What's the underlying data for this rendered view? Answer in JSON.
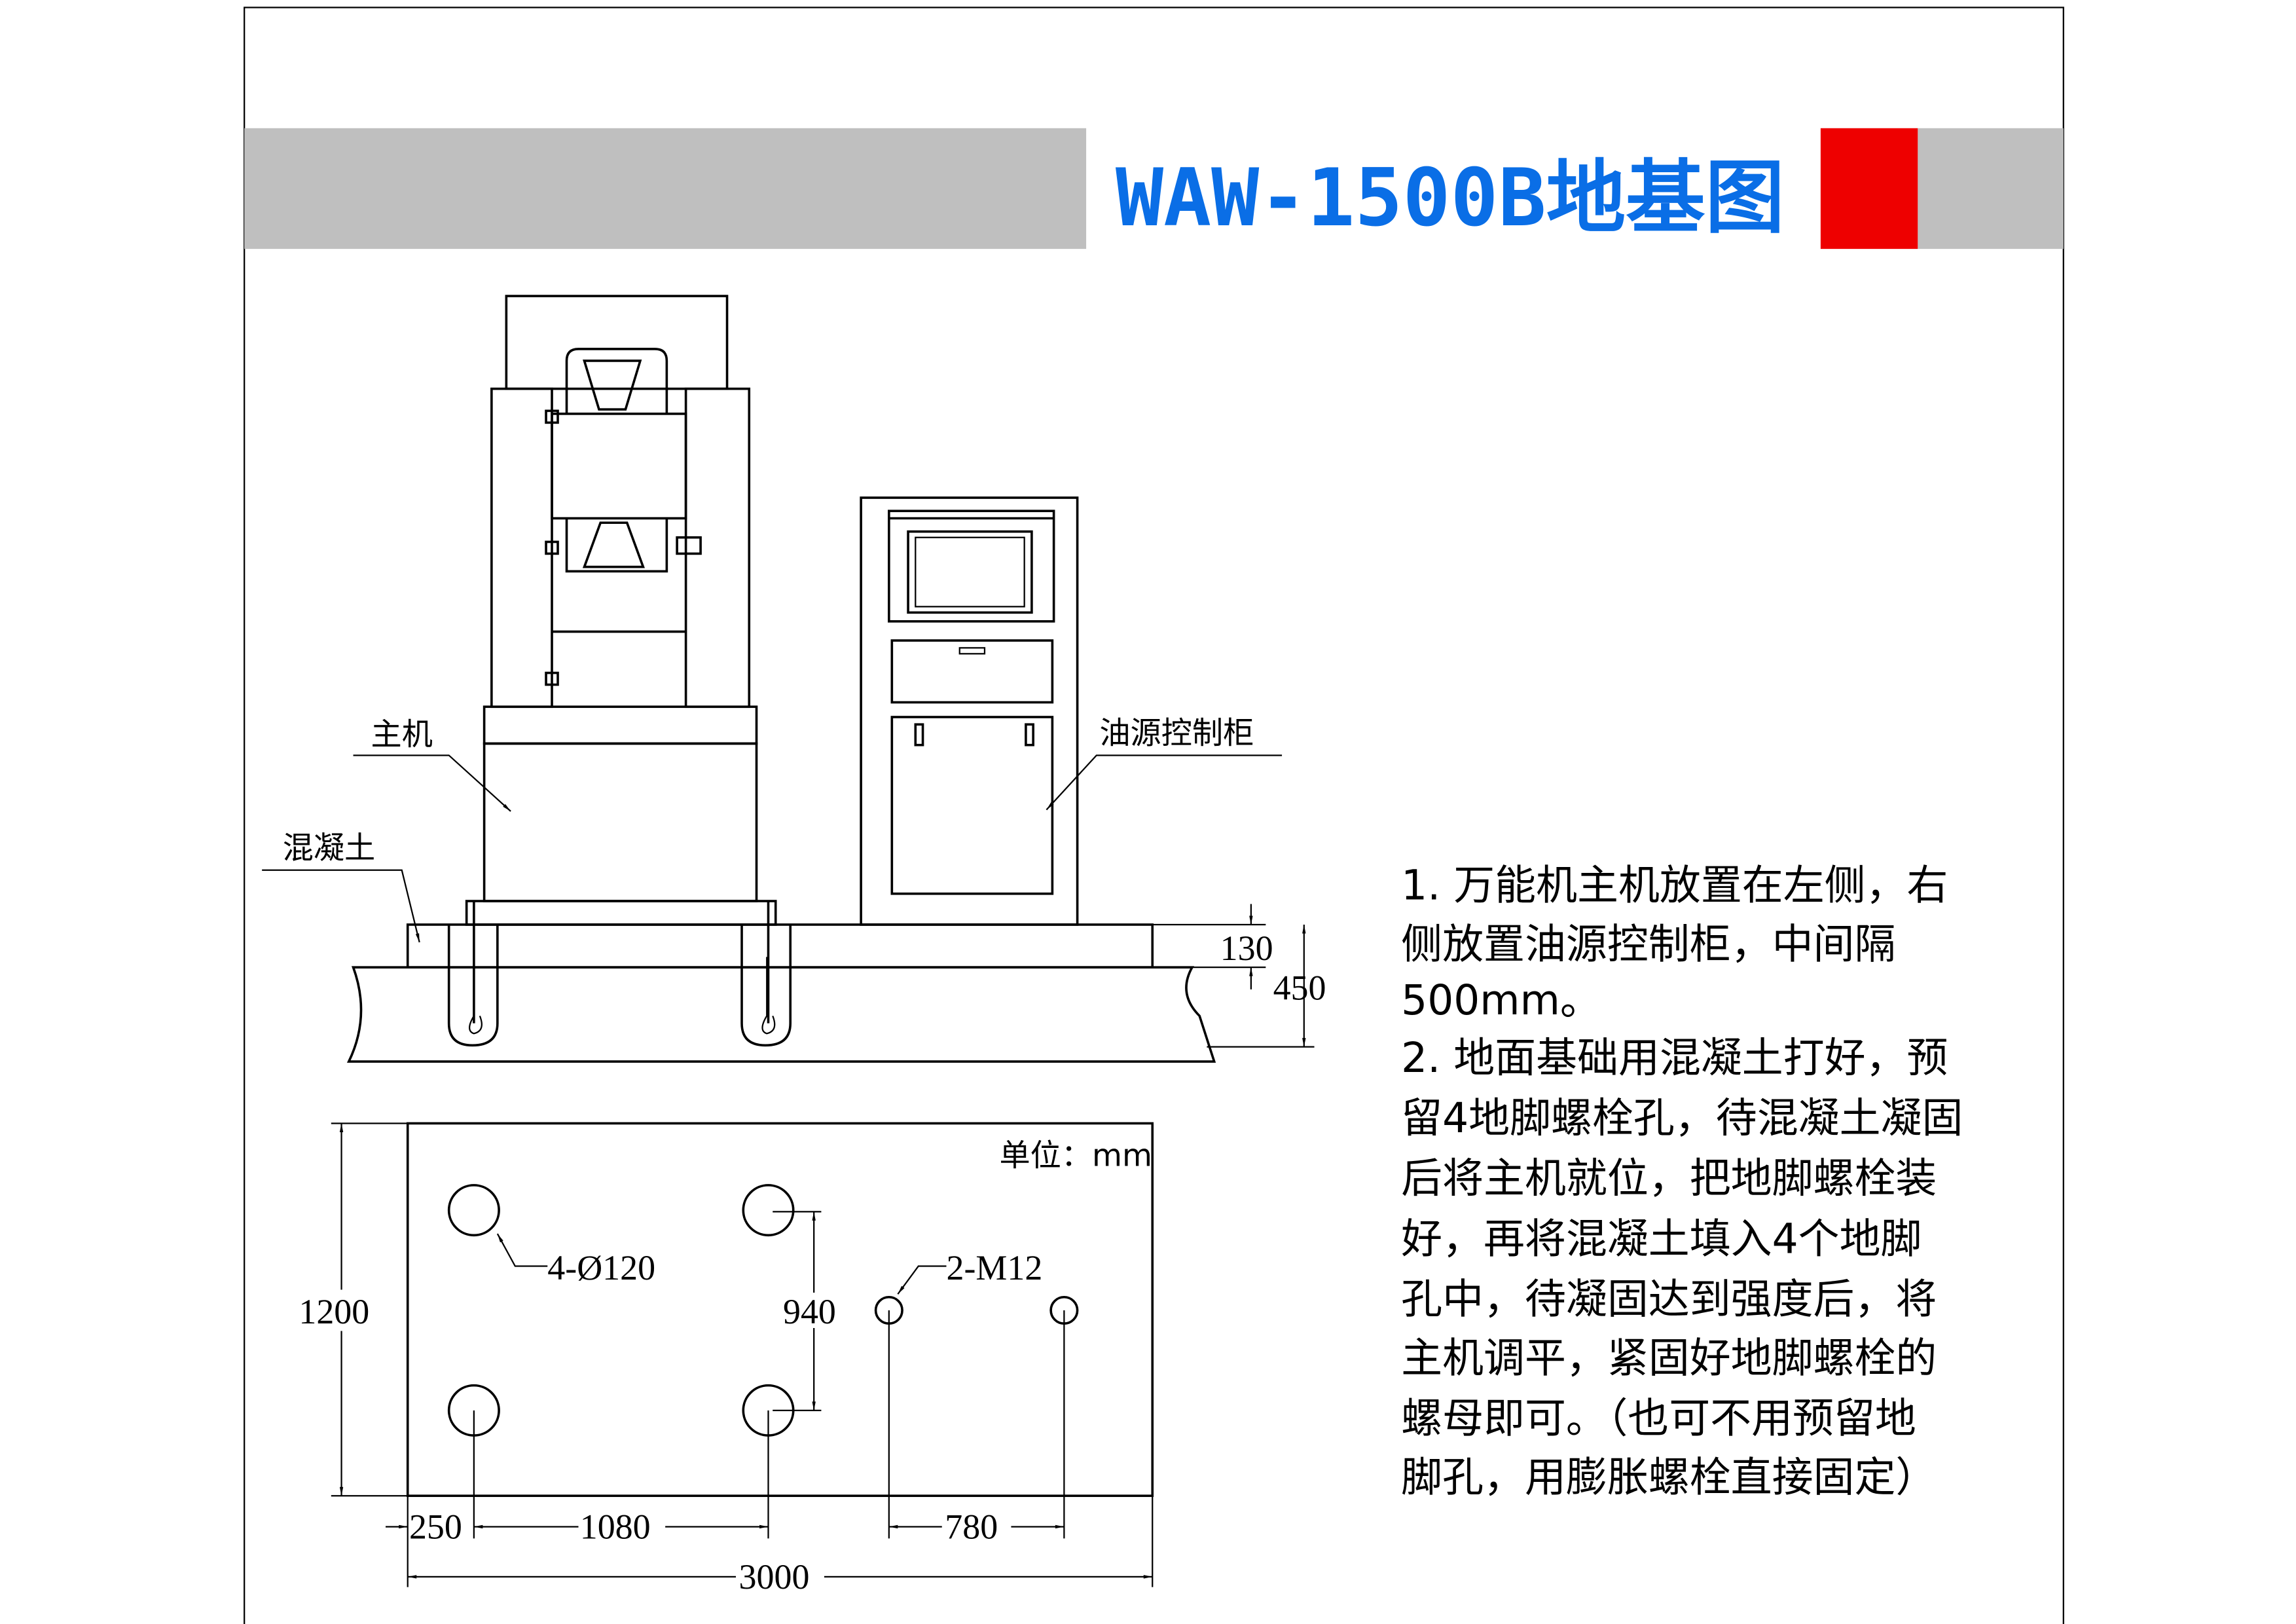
{
  "title": "WAW-1500B地基图",
  "colors": {
    "title": "#0a6ee6",
    "accent_block": "#ee0000",
    "band": "#bfbfbf"
  },
  "labels": {
    "main_machine": "主机",
    "oil_cabinet": "油源控制柜",
    "concrete": "混凝土",
    "unit": "单位：mm"
  },
  "elevation_dims": {
    "top_layer": "130",
    "total_depth": "450"
  },
  "plan_dims": {
    "holes": "4-Ø120",
    "bolts": "2-M12",
    "hole_spacing_y": "940",
    "width": "1200",
    "edge": "250",
    "hole_spacing_x": "1080",
    "bolt_spacing": "780",
    "length": "3000"
  },
  "notes": [
    "1. 万能机主机放置在左侧，右",
    "侧放置油源控制柜，中间隔",
    "500mm。",
    "2. 地面基础用混凝土打好，预",
    "留4地脚螺栓孔，待混凝土凝固",
    "后将主机就位，把地脚螺栓装",
    "好，再将混凝土填入4个地脚",
    "孔中，待凝固达到强度后，将",
    "主机调平，紧固好地脚螺栓的",
    "螺母即可。（也可不用预留地",
    "脚孔，用膨胀螺栓直接固定）"
  ]
}
